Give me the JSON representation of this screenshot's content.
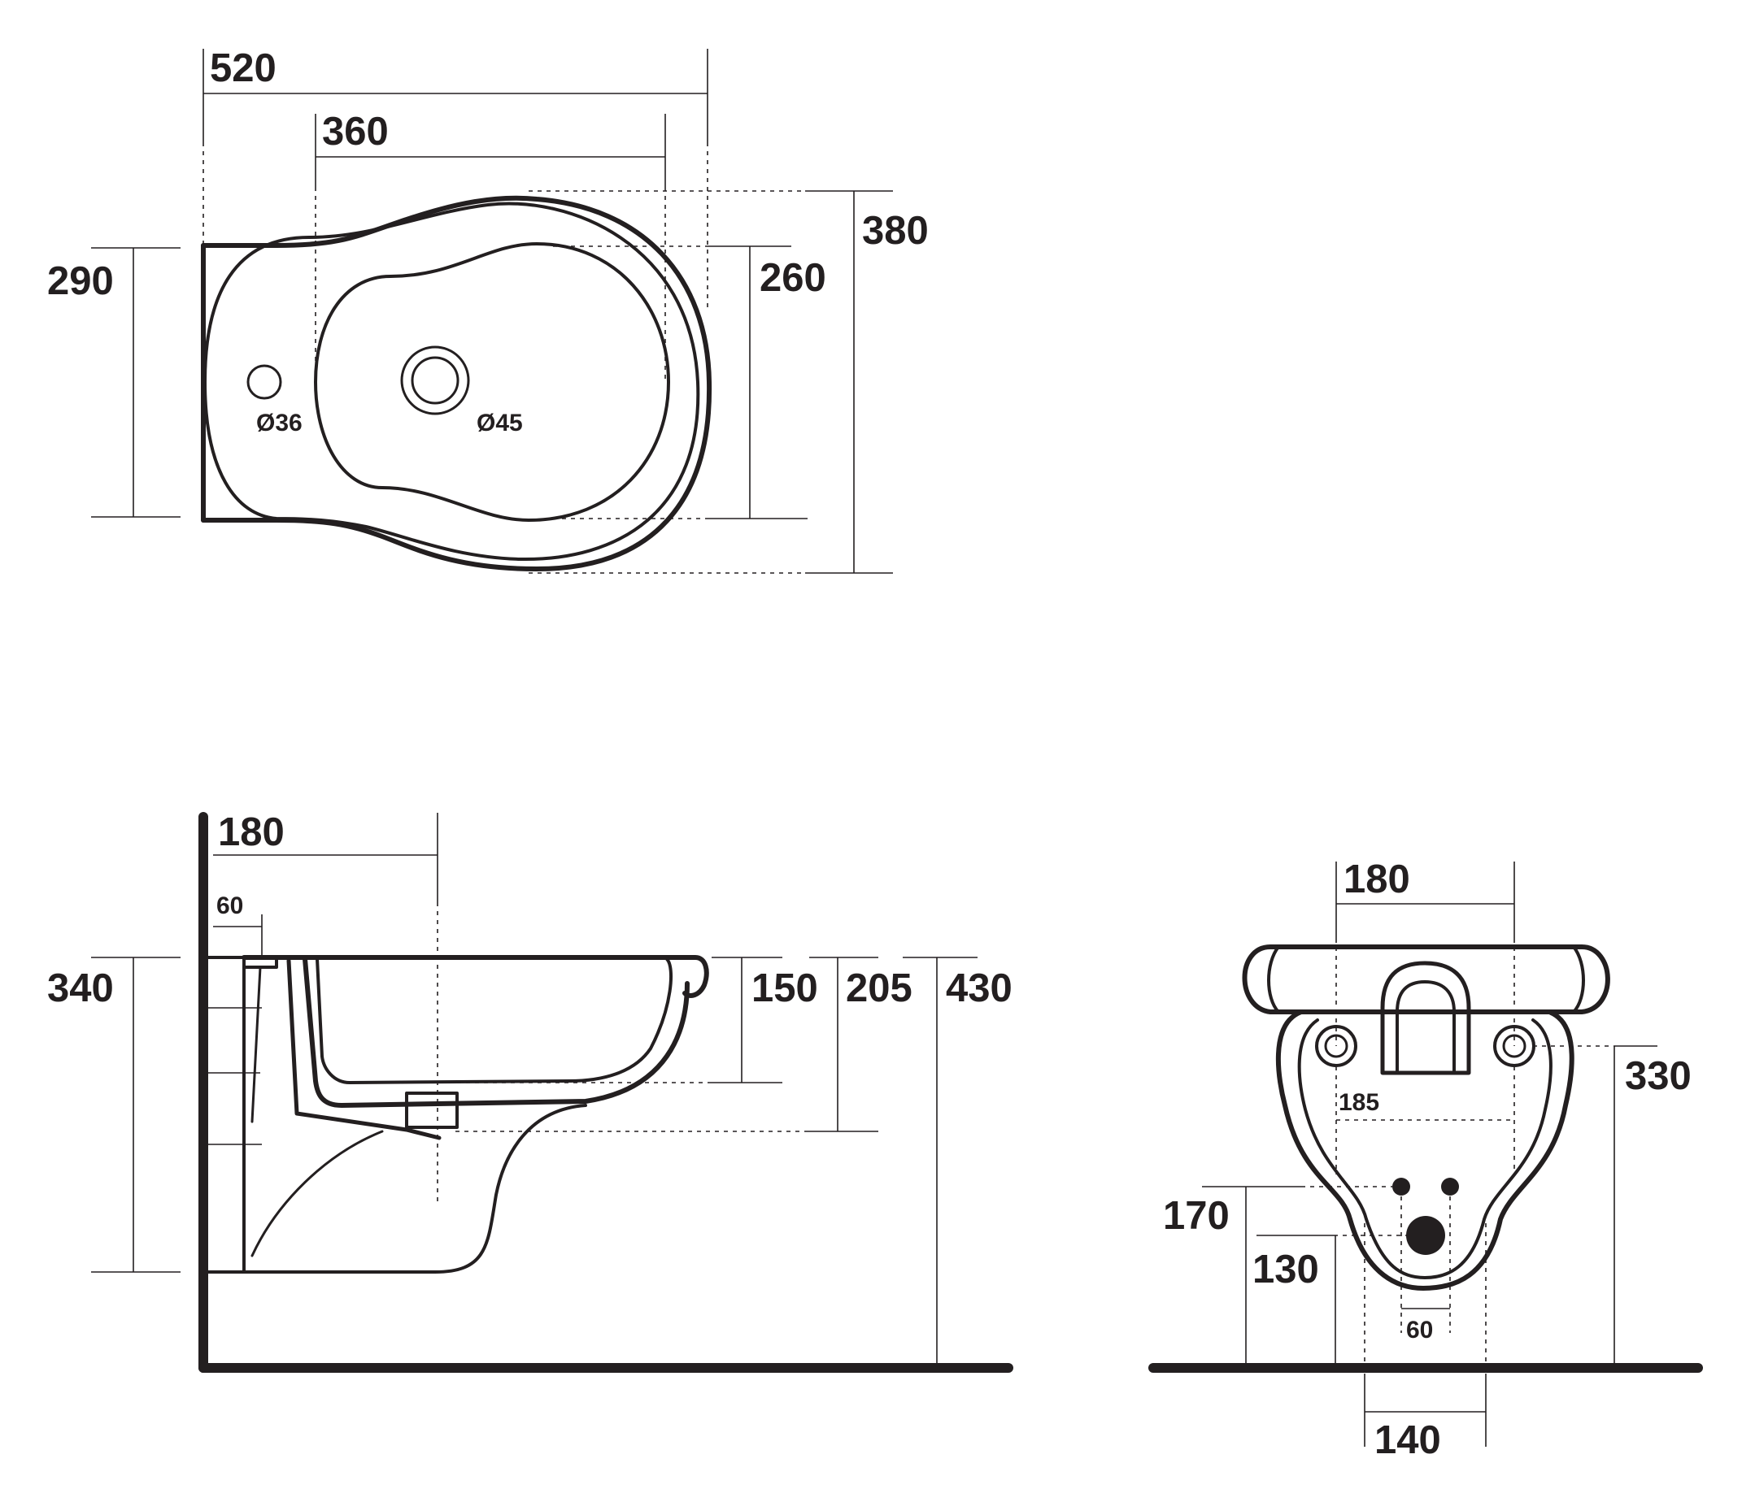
{
  "top_view": {
    "overall_length": "520",
    "bowl_length": "360",
    "overall_width": "380",
    "bowl_width": "260",
    "back_width": "290",
    "tap_hole": "Ø36",
    "drain_hole": "Ø45"
  },
  "side_view": {
    "fixing_to_drain": "180",
    "wall_to_fixing": "60",
    "height": "340",
    "bowl_depth": "150",
    "rim_to_outlet": "205",
    "rim_height": "430"
  },
  "front_view": {
    "fixing_spacing": "180",
    "fixing_height": "330",
    "waste_spacing": "185",
    "supply_height": "170",
    "drain_height": "130",
    "supply_spacing": "60",
    "waste_width": "140"
  },
  "colors": {
    "line": "#231f20",
    "background": "#ffffff"
  }
}
